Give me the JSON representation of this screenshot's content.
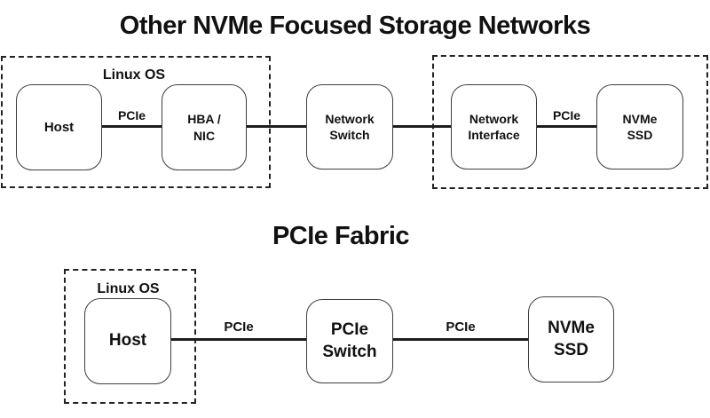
{
  "colors": {
    "background": "#ffffff",
    "line": "#1d1d1d",
    "text": "#111111"
  },
  "sections": {
    "storage_networks": {
      "title": "Other NVMe Focused Storage Networks",
      "host_group_label": "Linux OS",
      "nodes": {
        "host": "Host",
        "hba_nic": "HBA /\nNIC",
        "network_switch": "Network\nSwitch",
        "network_interface": "Network\nInterface",
        "nvme_ssd": "NVMe\nSSD"
      },
      "edge_labels": {
        "host_to_hba": "PCIe",
        "interface_to_ssd": "PCIe"
      }
    },
    "pcie_fabric": {
      "title": "PCIe Fabric",
      "host_group_label": "Linux OS",
      "nodes": {
        "host": "Host",
        "pcie_switch": "PCIe\nSwitch",
        "nvme_ssd": "NVMe\nSSD"
      },
      "edge_labels": {
        "host_to_switch": "PCIe",
        "switch_to_ssd": "PCIe"
      }
    }
  }
}
